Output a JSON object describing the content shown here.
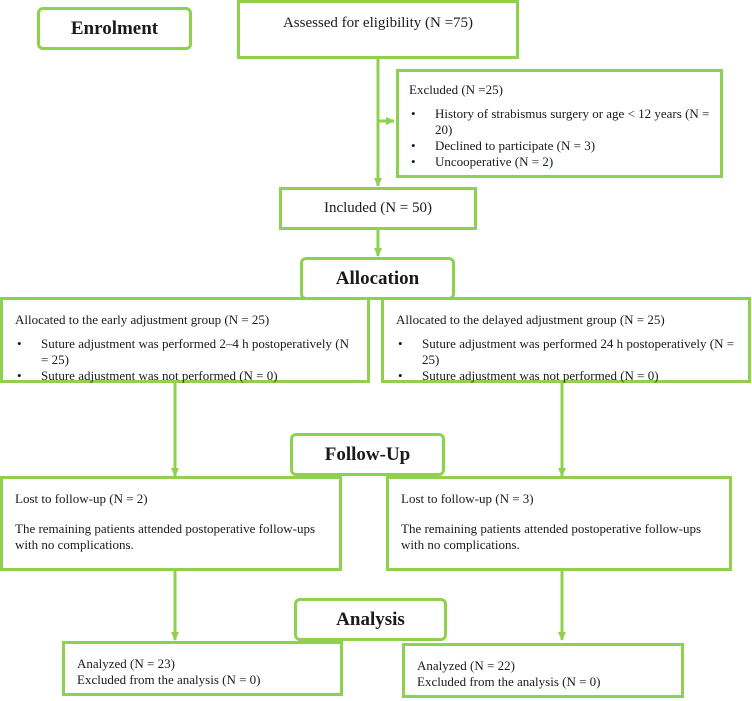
{
  "stages": {
    "enrolment": "Enrolment",
    "allocation": "Allocation",
    "followup": "Follow-Up",
    "analysis": "Analysis"
  },
  "assessed": "Assessed for eligibility (N =75)",
  "excluded": {
    "title": "Excluded (N =25)",
    "items": [
      "History of strabismus surgery or age < 12 years (N = 20)",
      "Declined to participate (N = 3)",
      "Uncooperative (N = 2)"
    ]
  },
  "included": "Included (N = 50)",
  "early": {
    "title": "Allocated to the early adjustment group (N = 25)",
    "items": [
      "Suture adjustment was performed 2–4 h postoperatively (N = 25)",
      "Suture adjustment was not performed (N = 0)"
    ]
  },
  "delayed": {
    "title": "Allocated to the delayed adjustment group (N = 25)",
    "items": [
      "Suture adjustment was performed 24 h postoperatively (N = 25)",
      "Suture adjustment was not performed (N = 0)"
    ]
  },
  "lost_left": {
    "title": "Lost to follow-up (N = 2)",
    "note": "The remaining patients attended postoperative follow-ups with no complications."
  },
  "lost_right": {
    "title": "Lost to follow-up (N = 3)",
    "note": "The remaining patients attended postoperative follow-ups with no complications."
  },
  "analyzed_left": {
    "line1": "Analyzed (N = 23)",
    "line2": "Excluded from the analysis (N = 0)"
  },
  "analyzed_right": {
    "line1": "Analyzed (N = 22)",
    "line2": "Excluded from the analysis (N = 0)"
  },
  "colors": {
    "border": "#8fd14f",
    "text": "#1a1a1a"
  }
}
